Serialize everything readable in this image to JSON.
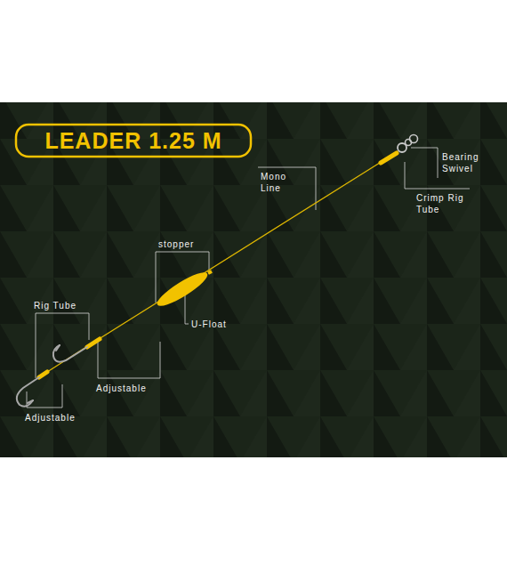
{
  "diagram": {
    "title": "LEADER 1.25 M",
    "labels": [
      "Bearing Swivel",
      "Mono Line",
      "Crimp Rig Tube",
      "stopper",
      "U-Float",
      "Rig Tube",
      "Adjustable",
      "Adjustable"
    ]
  }
}
